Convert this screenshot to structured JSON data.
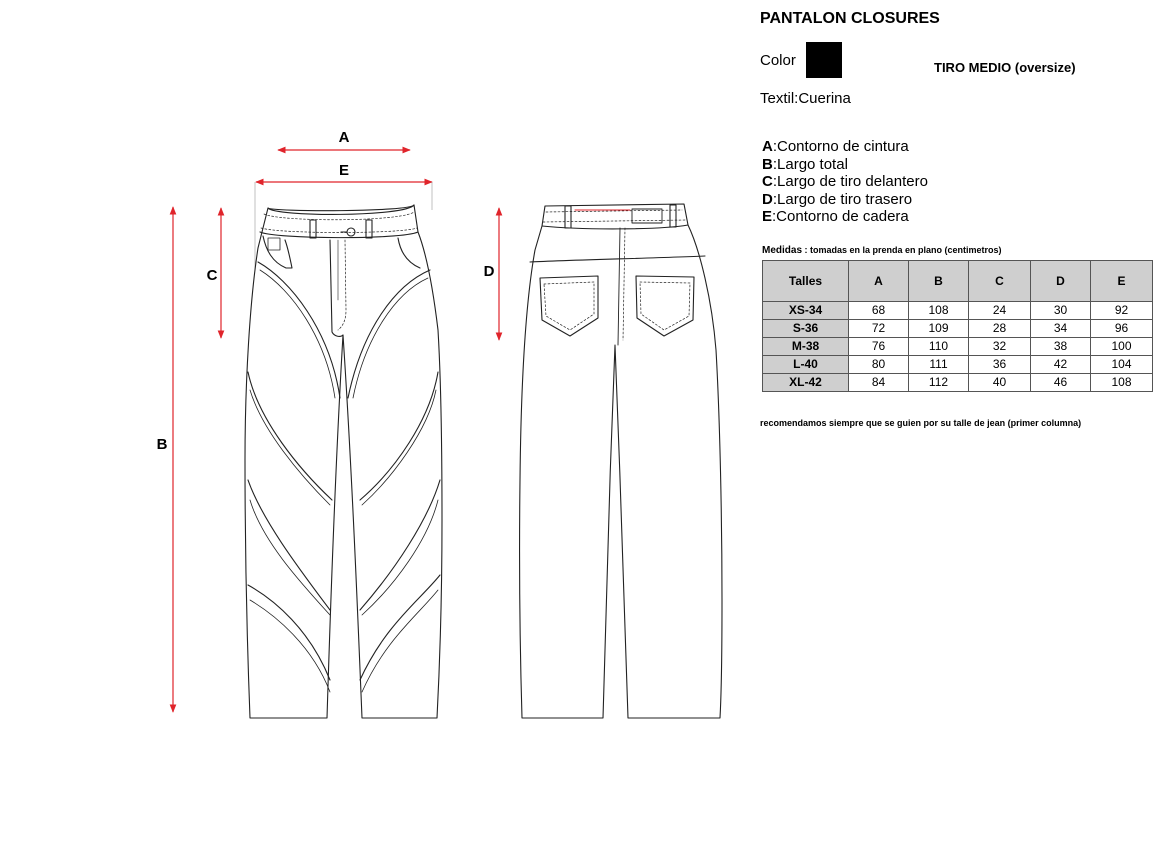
{
  "spec": {
    "title": "PANTALON CLOSURES",
    "color_label": "Color",
    "color_swatch": "#000000",
    "rise": "TIRO MEDIO (oversize)",
    "textile": "Textil:Cuerina"
  },
  "legend": [
    {
      "letter": "A",
      "text": ":Contorno de cintura"
    },
    {
      "letter": "B",
      "text": ":Largo total"
    },
    {
      "letter": "C",
      "text": ":Largo de tiro delantero"
    },
    {
      "letter": "D",
      "text": ":Largo de tiro trasero"
    },
    {
      "letter": "E",
      "text": ":Contorno de cadera"
    }
  ],
  "measurements": {
    "title": "Medidas",
    "subtitle": " : tomadas en la prenda en plano (centimetros)",
    "headers": [
      "Talles",
      "A",
      "B",
      "C",
      "D",
      "E"
    ],
    "rows": [
      [
        "XS-34",
        "68",
        "108",
        "24",
        "30",
        "92"
      ],
      [
        "S-36",
        "72",
        "109",
        "28",
        "34",
        "96"
      ],
      [
        "M-38",
        "76",
        "110",
        "32",
        "38",
        "100"
      ],
      [
        "L-40",
        "80",
        "111",
        "36",
        "42",
        "104"
      ],
      [
        "XL-42",
        "84",
        "112",
        "40",
        "46",
        "108"
      ]
    ],
    "note": "recomendamos siempre que se guien por su talle de jean (primer columna)"
  },
  "diagram": {
    "label_a": "A",
    "label_b": "B",
    "label_c": "C",
    "label_d": "D",
    "label_e": "E",
    "dimension_color": "#e0242b",
    "line_color": "#222222"
  }
}
